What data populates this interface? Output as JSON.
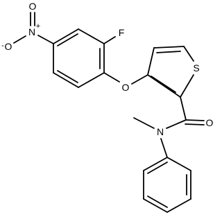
{
  "molecule": {
    "atoms": {
      "fluorine": "F",
      "nitro_nitrogen": "N",
      "nitro_oxygen_top": "O",
      "nitro_oxygen_left": "O",
      "nitro_oxygen_left_charge": "-",
      "nitro_nitrogen_charge": "+",
      "ether_oxygen": "O",
      "sulfur": "S",
      "carbonyl_oxygen": "O",
      "amide_nitrogen": "N"
    }
  }
}
